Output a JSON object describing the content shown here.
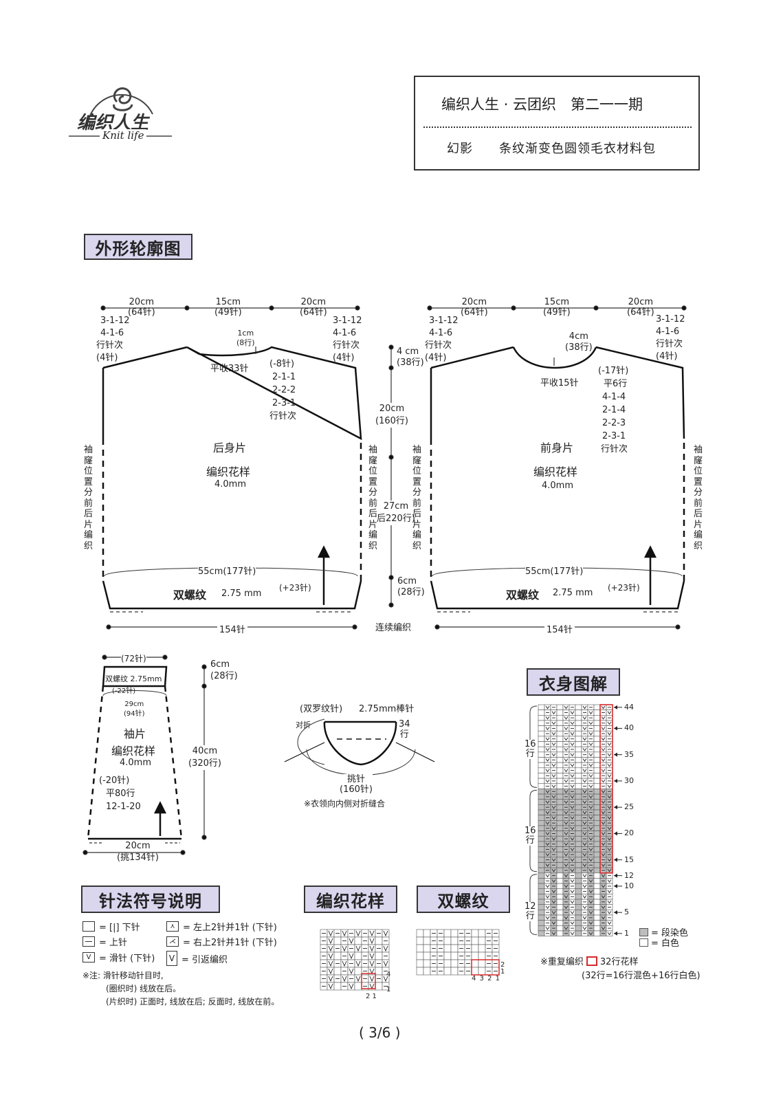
{
  "header": {
    "brand": "编织人生",
    "brand_en": "Knit life",
    "title": "编织人生 · 云团织　第二一一期",
    "subtitle": "幻影　　条纹渐变色圆领毛衣材料包"
  },
  "watermark": {
    "text": "编织人生",
    "text_en": "Knit life"
  },
  "sections": {
    "outline": "外形轮廓图",
    "body_chart": "衣身图解",
    "legend": "针法符号说明",
    "pattern": "编织花样",
    "rib": "双螺纹"
  },
  "back": {
    "w_left": "20cm",
    "w_left_s": "(64针)",
    "w_mid": "15cm",
    "w_mid_s": "(49针)",
    "w_right": "20cm",
    "w_right_s": "(64针)",
    "sh_l1": "3-1-12",
    "sh_l2": "4-1-6",
    "sh_l3": "行针次",
    "sh_l4": "(4针)",
    "sh_r1": "3-1-12",
    "sh_r2": "4-1-6",
    "sh_r3": "行针次",
    "sh_r4": "(4针)",
    "neck_h": "1cm",
    "neck_h_r": "(8行)",
    "neck_flat": "平收33针",
    "neck_d1": "(-8针)",
    "neck_d2": "2-1-1",
    "neck_d3": "2-2-2",
    "neck_d4": "2-3-1",
    "neck_d5": "行针次",
    "name": "后身片",
    "pattern": "编织花样",
    "needle": "4.0mm",
    "side": "袖窿位置分前后片编织",
    "width": "55cm(177针)",
    "rib": "双螺纹",
    "rib_needle": "2.75 mm",
    "inc": "(+23针)",
    "bottom": "154针"
  },
  "mid": {
    "a": "4 cm",
    "a_r": "(38行)",
    "b": "20cm",
    "b_r": "(160行)",
    "c": "27cm",
    "c_r": "后220行)",
    "d": "6cm",
    "d_r": "(28行)",
    "continuous": "连续编织"
  },
  "front": {
    "w_left": "20cm",
    "w_left_s": "(64针)",
    "w_mid": "15cm",
    "w_mid_s": "(49针)",
    "w_right": "20cm",
    "w_right_s": "(64针)",
    "sh_l1": "3-1-12",
    "sh_l2": "4-1-6",
    "sh_l3": "行针次",
    "sh_l4": "(4针)",
    "sh_r1": "3-1-12",
    "sh_r2": "4-1-6",
    "sh_r3": "行针次",
    "sh_r4": "(4针)",
    "neck_h": "4cm",
    "neck_h_r": "(38行)",
    "neck_flat": "平收15针",
    "neck_d1": "(-17针)",
    "neck_d2": "平6行",
    "neck_d3": "4-1-4",
    "neck_d4": "2-1-4",
    "neck_d5": "2-2-3",
    "neck_d6": "2-3-1",
    "neck_d7": "行针次",
    "name": "前身片",
    "pattern": "编织花样",
    "needle": "4.0mm",
    "side": "袖窿位置分前后片编织",
    "width": "55cm(177针)",
    "rib": "双螺纹",
    "rib_needle": "2.75 mm",
    "inc": "(+23针)",
    "bottom": "154针"
  },
  "sleeve": {
    "top": "(72针)",
    "rib": "双螺纹 2.75mm",
    "rib_dec": "(-22针)",
    "w29": "29cm",
    "w29_s": "(94针)",
    "name": "袖片",
    "pattern": "编织花样",
    "needle": "4.0mm",
    "dec1": "(-20针)",
    "dec2": "平80行",
    "dec3": "12-1-20",
    "bottom": "20cm",
    "bottom_s": "(挑134针)",
    "h6": "6cm",
    "h6_r": "(28行)",
    "h40": "40cm",
    "h40_r": "(320行)"
  },
  "collar": {
    "stitch": "(双罗纹针)",
    "needle": "2.75mm棒针",
    "fold": "对折",
    "rows": "34",
    "rows2": "行",
    "pick": "挑针",
    "pick_s": "(160针)",
    "note": "※衣领向内侧对折缝合"
  },
  "legend": {
    "knit": "= [|] 下针",
    "purl": "= 上针",
    "slip": "= 滑针 (下针)",
    "k2tog": "= 左上2针并1针 (下针)",
    "ssk": "= 右上2针并1针 (下针)",
    "turn": "= 引返编织",
    "note1": "※注: 滑针移动针目时,",
    "note2": "(圈织时) 线放在后。",
    "note3": "(片织时) 正面时, 线放在后; 反面时, 线放在前。"
  },
  "pattern_chart": {
    "row4": "4",
    "row1": "1",
    "cols": "2 1"
  },
  "rib_chart": {
    "row2": "2",
    "row1": "1",
    "cols": "4 3 2 1"
  },
  "body_chart": {
    "rows": [
      "44",
      "40",
      "35",
      "30",
      "25",
      "20",
      "15",
      "12",
      "10",
      "5",
      "1"
    ],
    "g1": "16",
    "g1b": "行",
    "g2": "16",
    "g2b": "行",
    "g3": "12",
    "g3b": "行",
    "legend_dyed": "= 段染色",
    "legend_white": "= 白色",
    "repeat": "※重复编织",
    "repeat_label": "32行花样",
    "repeat_note": "(32行=16行混色+16行白色)"
  },
  "page": "( 3/6 )",
  "colors": {
    "section_bg": "#d9d6ee",
    "red": "#d62828",
    "grey": "#bdbdbd"
  }
}
